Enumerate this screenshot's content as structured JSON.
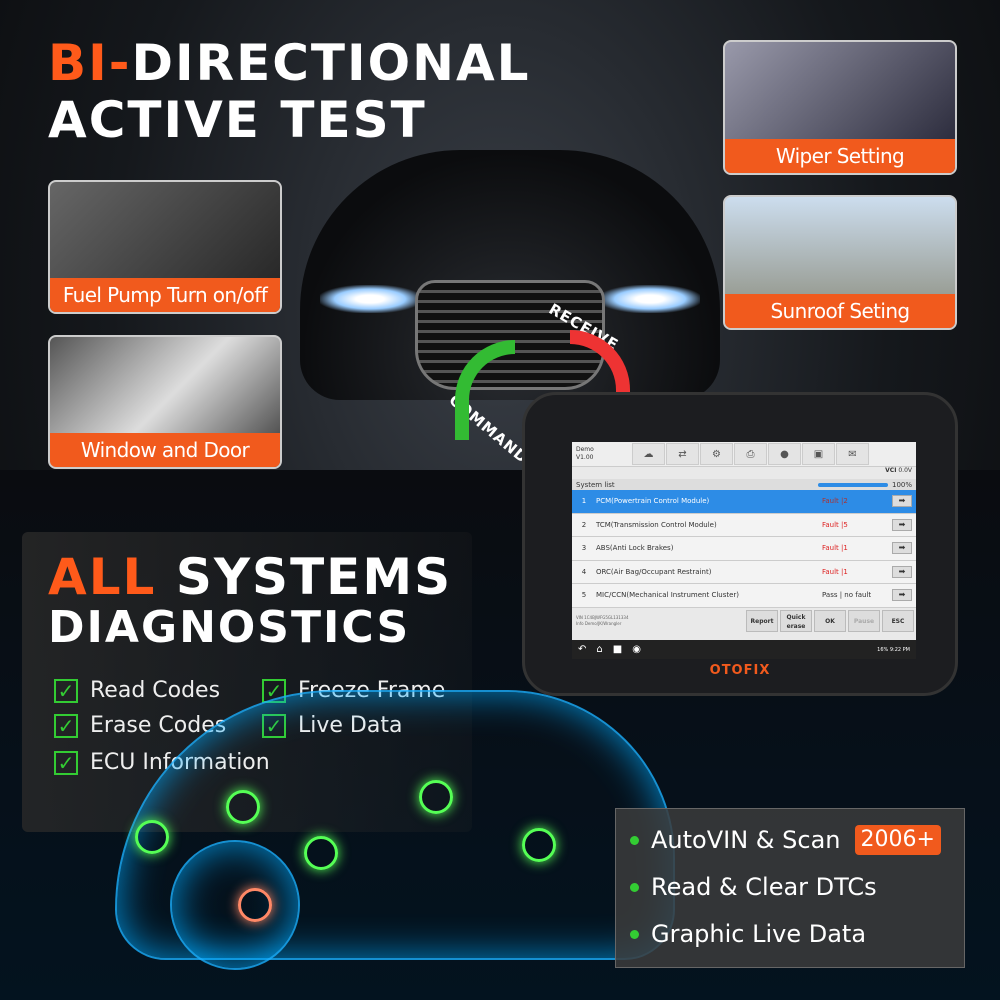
{
  "headline1": {
    "accent": "BI-",
    "rest": "DIRECTIONAL",
    "line2": "ACTIVE TEST"
  },
  "tests": [
    {
      "label": "Fuel Pump Turn on/off"
    },
    {
      "label": "Window and Door"
    },
    {
      "label": "Wiper Setting"
    },
    {
      "label": "Sunroof Seting"
    }
  ],
  "arrows": {
    "receive": "RECEIVE",
    "command": "COMMAND"
  },
  "headline2": {
    "accent": "ALL",
    "rest": "SYSTEMS",
    "line2": "DIAGNOSTICS"
  },
  "checks": [
    "Read Codes",
    "Freeze Frame",
    "Erase Codes",
    "Live Data",
    "ECU Information"
  ],
  "features": [
    {
      "label": "AutoVIN & Scan",
      "badge": "2006+"
    },
    {
      "label": "Read & Clear DTCs"
    },
    {
      "label": "Graphic Live Data"
    }
  ],
  "colors": {
    "accent": "#f15a1d",
    "check": "#33cc33",
    "selected_row": "#2d8ce6",
    "fault": "#dd2222"
  },
  "device": {
    "brand": "OTOFIX",
    "app": {
      "name": "Demo",
      "version": "V1.00"
    },
    "vci": "VCI",
    "voltage": "0.0V",
    "list_title": "System list",
    "progress": "100%",
    "progress_value": 100,
    "rows": [
      {
        "n": "1",
        "name": "PCM(Powertrain Control Module)",
        "status": "Fault |2",
        "selected": true
      },
      {
        "n": "2",
        "name": "TCM(Transmission Control Module)",
        "status": "Fault |5"
      },
      {
        "n": "3",
        "name": "ABS(Anti Lock Brakes)",
        "status": "Fault |1"
      },
      {
        "n": "4",
        "name": "ORC(Air Bag/Occupant Restraint)",
        "status": "Fault |1"
      },
      {
        "n": "5",
        "name": "MIC/CCN(Mechanical Instrument Cluster)",
        "status": "Pass | no fault"
      }
    ],
    "vin": "VIN 1C4BJWFG5GL131334",
    "info": "Info Demo/JK/Wrangler",
    "buttons": [
      "Report",
      "Quick erase",
      "OK",
      "Pause",
      "ESC"
    ],
    "status_bar": "16% 9:22 PM"
  }
}
